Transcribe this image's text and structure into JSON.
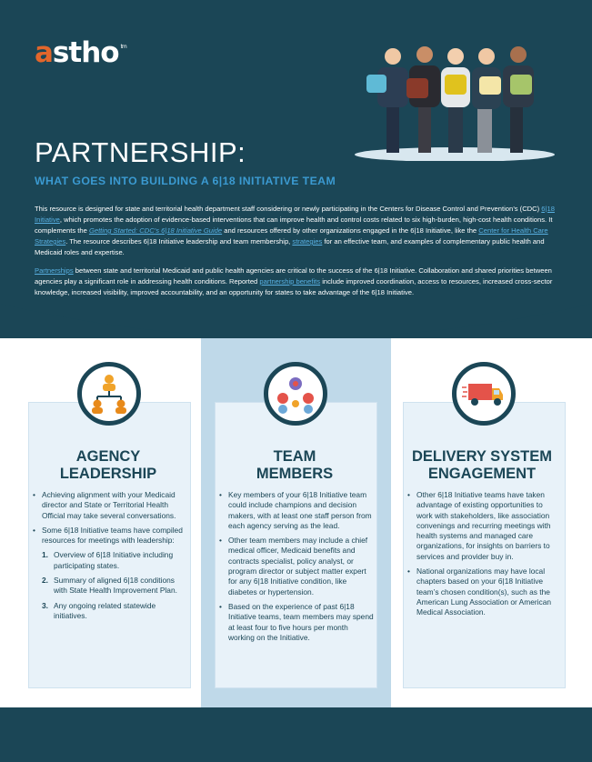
{
  "logo": {
    "accent": "a",
    "rest": "stho",
    "tm": "tm"
  },
  "header": {
    "title": "PARTNERSHIP:",
    "subtitle": "WHAT GOES INTO BUILDING A 6|18 INITIATIVE TEAM"
  },
  "intro": {
    "p1_a": "This resource is designed for state and territorial health department staff considering or newly participating in the Centers for Disease Control and Prevention’s (CDC) ",
    "p1_link1": "6|18 Initiative",
    "p1_b": ", which promotes the adoption of evidence-based interventions that can improve health and control costs related to six high-burden, high-cost health conditions. It complements the ",
    "p1_link2": "Getting Started: CDC’s 6|18 Initiative Guide",
    "p1_c": " and resources offered by other organizations engaged in the 6|18 Initiative, like the ",
    "p1_link3": "Center for Health Care Strategies",
    "p1_d": ". The resource describes 6|18 Initiative leadership and team membership, ",
    "p1_link4": "strategies",
    "p1_e": " for an effective team, and examples of complementary public health and Medicaid roles and expertise.",
    "p2_link1": "Partnerships",
    "p2_a": " between state and territorial Medicaid and public health agencies are critical to the success of the 6|18 Initiative. Collaboration and shared priorities between agencies play a significant role in addressing health conditions. Reported ",
    "p2_link2": "partnership benefits",
    "p2_b": " include improved coordination, access to resources, increased cross-sector knowledge, increased visibility, improved accountability, and an opportunity for states to take advantage of the 6|18 Initiative."
  },
  "columns": [
    {
      "title1": "AGENCY",
      "title2": "LEADERSHIP",
      "icon": "org-chart-icon",
      "bullet1": "Achieving alignment with your Medicaid director and State or Territorial Health Official may take several conversations.",
      "bullet2": "Some 6|18 Initiative teams have compiled resources for meetings with leadership:",
      "list": [
        {
          "n": "1.",
          "text": "Overview of 6|18 Initiative including participating states."
        },
        {
          "n": "2.",
          "text": "Summary of aligned 6|18 conditions with State Health Improvement Plan."
        },
        {
          "n": "3.",
          "text": "Any ongoing related statewide initiatives."
        }
      ]
    },
    {
      "title1": "TEAM",
      "title2": "MEMBERS",
      "icon": "team-gears-icon",
      "bullets": [
        "Key members of your 6|18 Initiative team could include champions and decision makers, with at least one staff person from each agency serving as the lead.",
        "Other team members may include a chief medical officer, Medicaid benefits and contracts specialist, policy analyst, or program director or subject matter expert for any 6|18 Initiative condition, like diabetes or hypertension.",
        "Based on the experience of past 6|18 Initiative teams, team members may spend at least four to five hours per month working on the Initiative."
      ]
    },
    {
      "title1": "DELIVERY SYSTEM",
      "title2": "ENGAGEMENT",
      "icon": "delivery-truck-icon",
      "bullets": [
        "Other 6|18 Initiative teams have taken advantage of existing opportunities to work with stakeholders, like association convenings and recurring meetings with health systems and managed care organizations, for insights on barriers to services and provider buy in.",
        "National organizations may have local chapters based on your 6|18 Initiative team’s chosen condition(s), such as the American Lung Association or American Medical Association."
      ]
    }
  ],
  "colors": {
    "navy": "#1b4656",
    "orange": "#e2662b",
    "link": "#59b0e2",
    "subtitle": "#3b9ad1",
    "card": "#e8f2f9",
    "middle_column": "#bfd9e9"
  }
}
